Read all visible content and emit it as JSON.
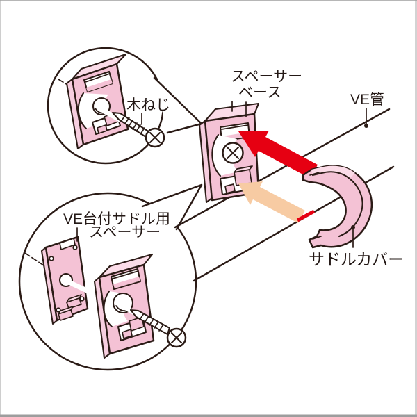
{
  "labels": {
    "spacer": "スペーサー",
    "base": "ベース",
    "ve_pipe": "VE管",
    "wood_screw": "木ねじ",
    "saddle_spacer_line1": "VE台付サドル用",
    "saddle_spacer_line2": "スペーサー",
    "saddle_cover": "サドルカバー"
  },
  "colors": {
    "outline": "#2B1B16",
    "part_pink": "#F4C2D5",
    "part_pink_light": "#FBDCE8",
    "part_pink_mid": "#F6CEDF",
    "arrow_red": "#E60012",
    "arrow_pale": "#F7CBA3",
    "text_color": "#231815",
    "frame_gray": "#9D9D9D"
  }
}
